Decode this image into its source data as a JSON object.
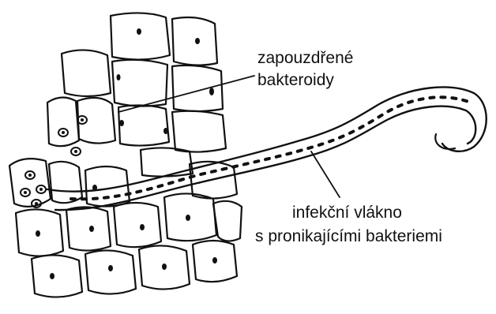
{
  "labels": {
    "bacteroids_line1": "zapouzdřené",
    "bacteroids_line2": "bakteroidy",
    "thread_line1": "infekční  vlákno",
    "thread_line2": "s pronikajícími bakteriemi"
  },
  "colors": {
    "ink": "#111111",
    "background": "#ffffff"
  }
}
